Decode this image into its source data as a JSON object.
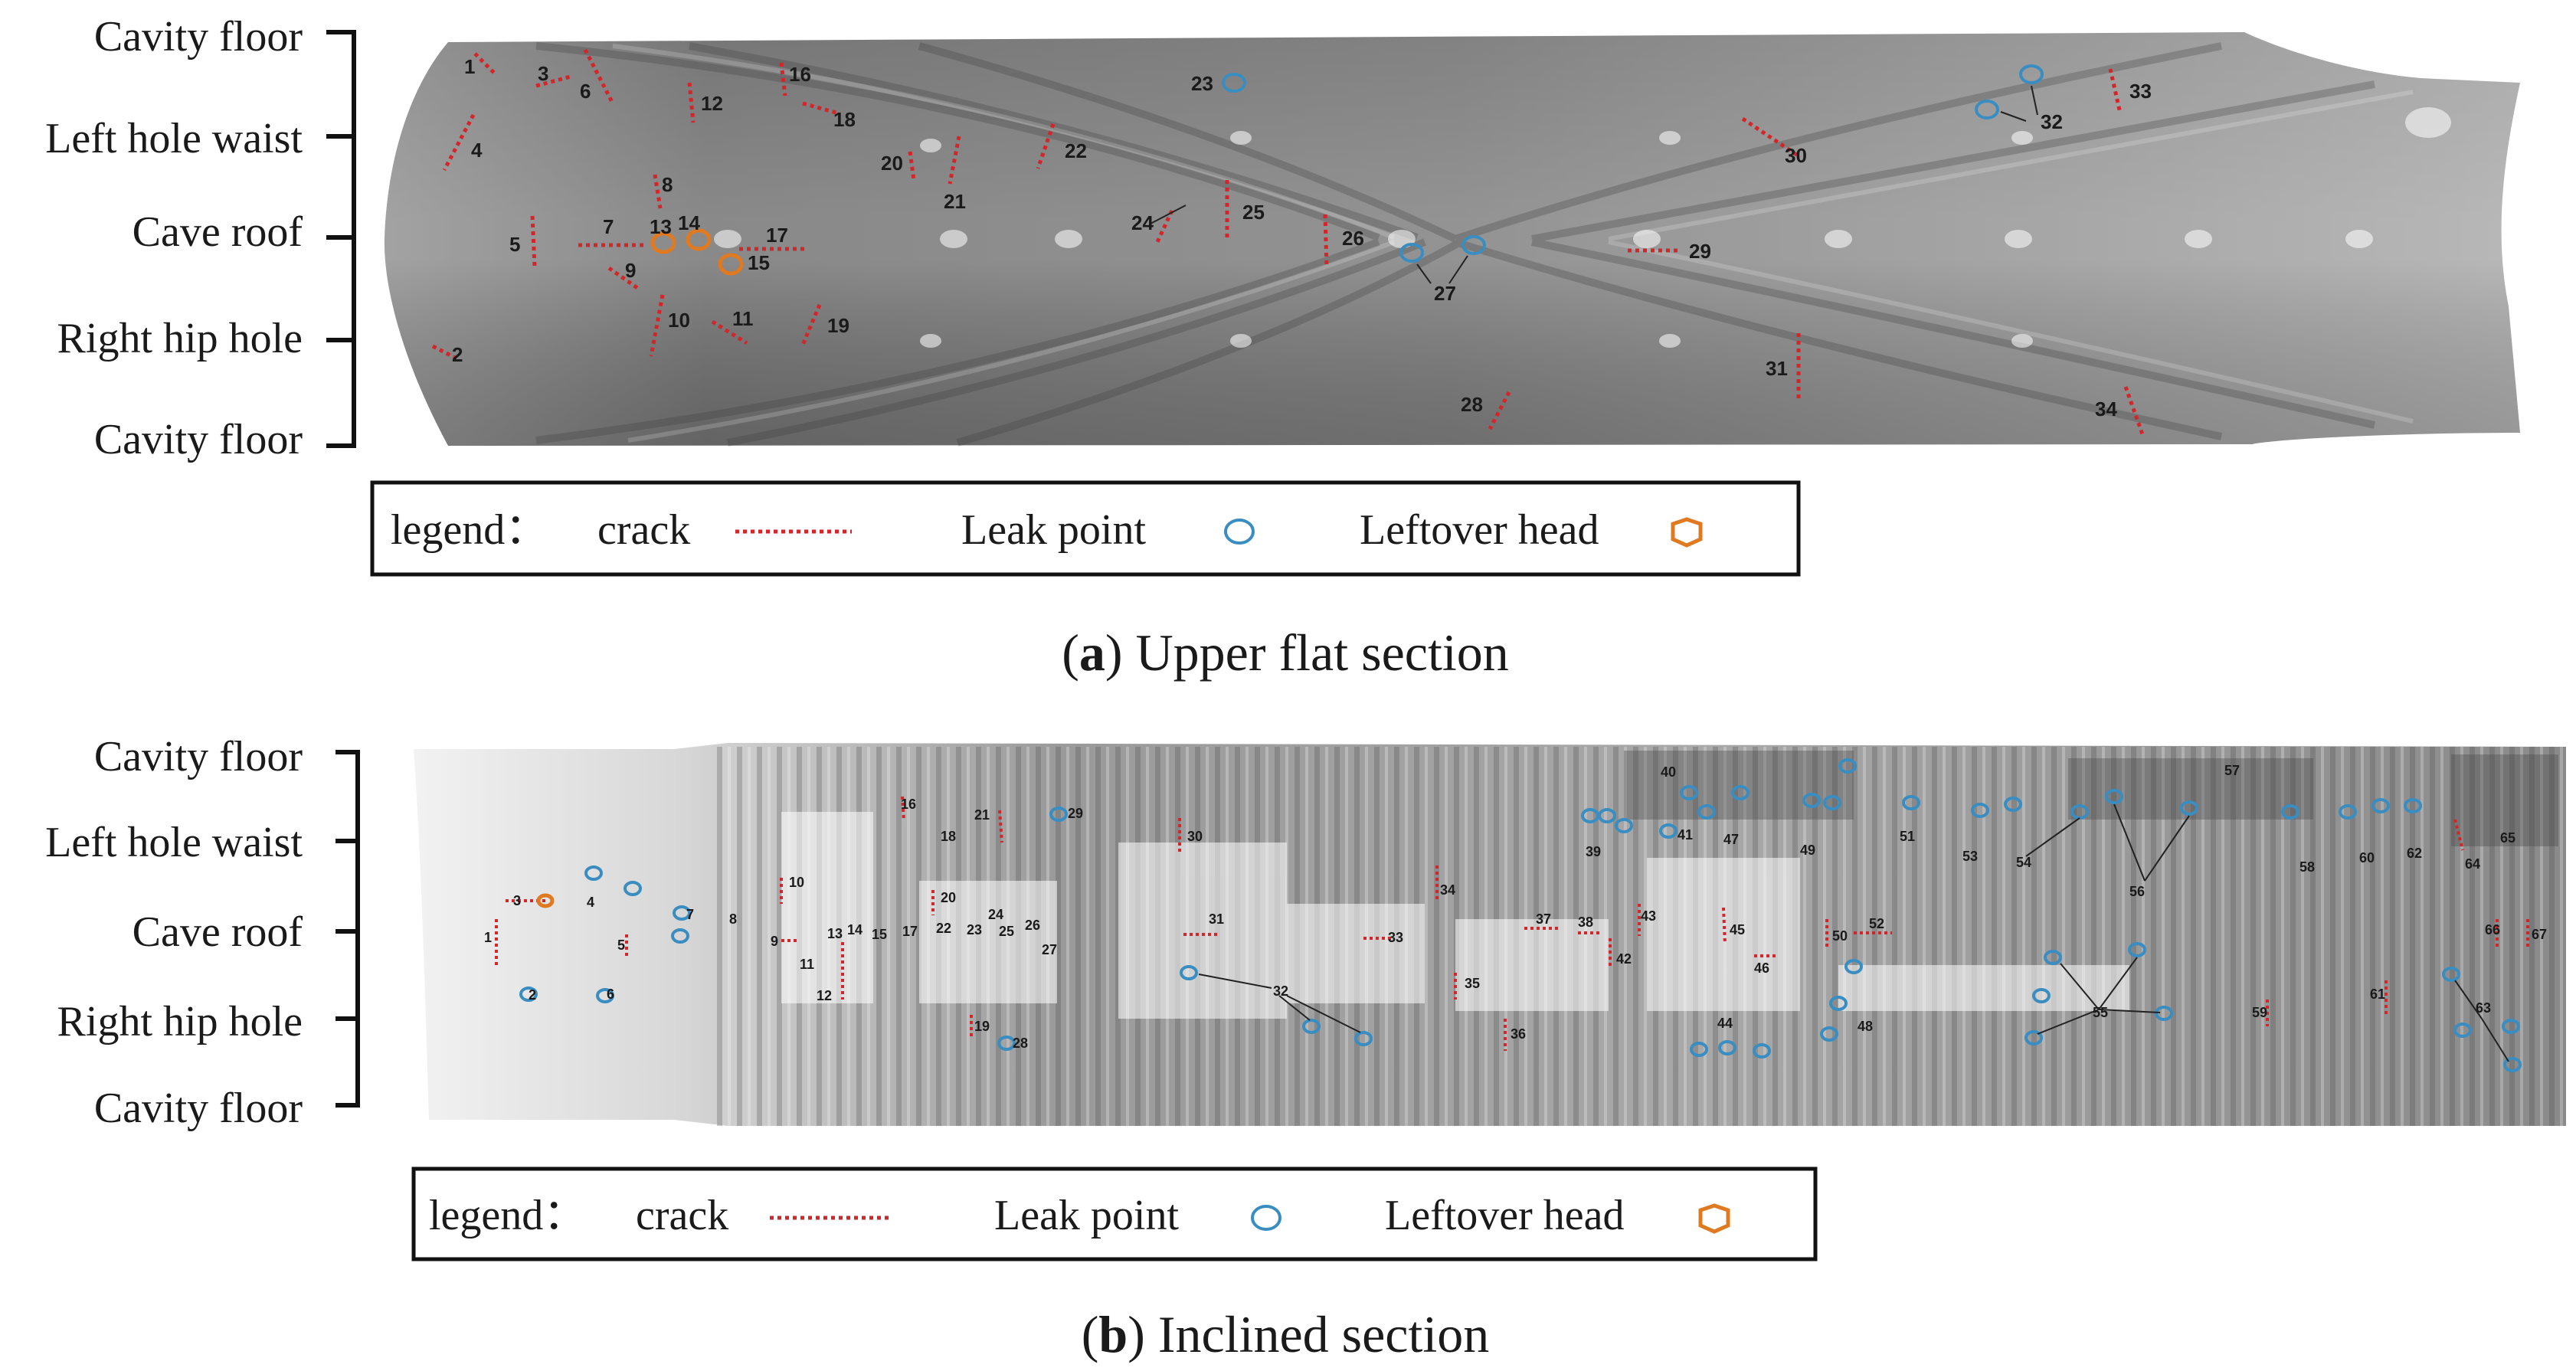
{
  "panels": [
    {
      "id": "a",
      "axis_labels": [
        "Cavity floor",
        "Left hole waist",
        "Cave roof",
        "Right hip hole",
        "Cavity floor"
      ],
      "legend": {
        "prefix": "legend：",
        "crack": "crack",
        "leak": "Leak point",
        "leftover": "Leftover head"
      },
      "caption_letter": "a",
      "caption_text": "Upper flat section",
      "crack_labels": [
        "1",
        "2",
        "3",
        "4",
        "5",
        "6",
        "7",
        "8",
        "9",
        "10",
        "11",
        "12",
        "16",
        "17",
        "18",
        "19",
        "20",
        "21",
        "22",
        "24",
        "25",
        "26",
        "28",
        "29",
        "30",
        "31",
        "33",
        "34"
      ],
      "leak_labels": [
        "23",
        "27",
        "32"
      ],
      "leftover_labels": [
        "13",
        "14",
        "15"
      ]
    },
    {
      "id": "b",
      "axis_labels": [
        "Cavity floor",
        "Left hole waist",
        "Cave roof",
        "Right hip hole",
        "Cavity floor"
      ],
      "legend": {
        "prefix": "legend：",
        "crack": "crack",
        "leak": "Leak point",
        "leftover": "Leftover head"
      },
      "caption_letter": "b",
      "caption_text": "Inclined section",
      "labels": [
        "1",
        "2",
        "3",
        "4",
        "5",
        "6",
        "7",
        "8",
        "9",
        "10",
        "11",
        "12",
        "13",
        "14",
        "15",
        "16",
        "17",
        "18",
        "19",
        "20",
        "21",
        "22",
        "23",
        "24",
        "25",
        "26",
        "27",
        "28",
        "29",
        "30",
        "31",
        "32",
        "33",
        "34",
        "35",
        "36",
        "37",
        "38",
        "39",
        "40",
        "41",
        "42",
        "43",
        "44",
        "45",
        "46",
        "47",
        "48",
        "49",
        "50",
        "51",
        "52",
        "53",
        "54",
        "55",
        "56",
        "57",
        "58",
        "59",
        "60",
        "61",
        "62",
        "63",
        "64",
        "65",
        "66",
        "67"
      ]
    }
  ],
  "colors": {
    "crack": "#d2262a",
    "leak": "#3a8dc0",
    "leftover": "#e07a20"
  }
}
